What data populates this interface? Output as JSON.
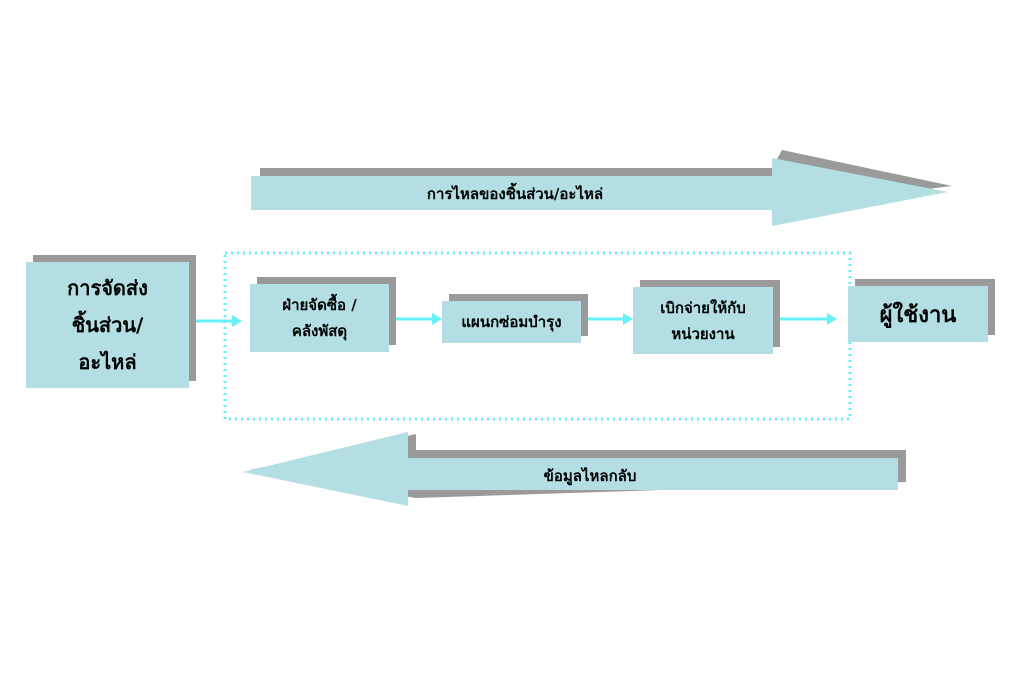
{
  "diagram": {
    "top_arrow_label": "การไหลของชิ้นส่วน/อะไหล่",
    "bottom_arrow_label": "ข้อมูลไหลกลับ",
    "source_box": "การจัดส่ง\nชิ้นส่วน/\nอะไหล่",
    "steps": [
      "ฝ่ายจัดซื้อ /\nคลังพัสดุ",
      "แผนกซ่อมบำรุง",
      "เบิกจ่ายให้กับ\nหน่วยงาน"
    ],
    "end_box": "ผู้ใช้งาน"
  },
  "colors": {
    "box_fill": "#b3dfe4",
    "shadow": "#9a9a9a",
    "connector": "#66f0f5",
    "dotted_border": "#66f0f5"
  }
}
